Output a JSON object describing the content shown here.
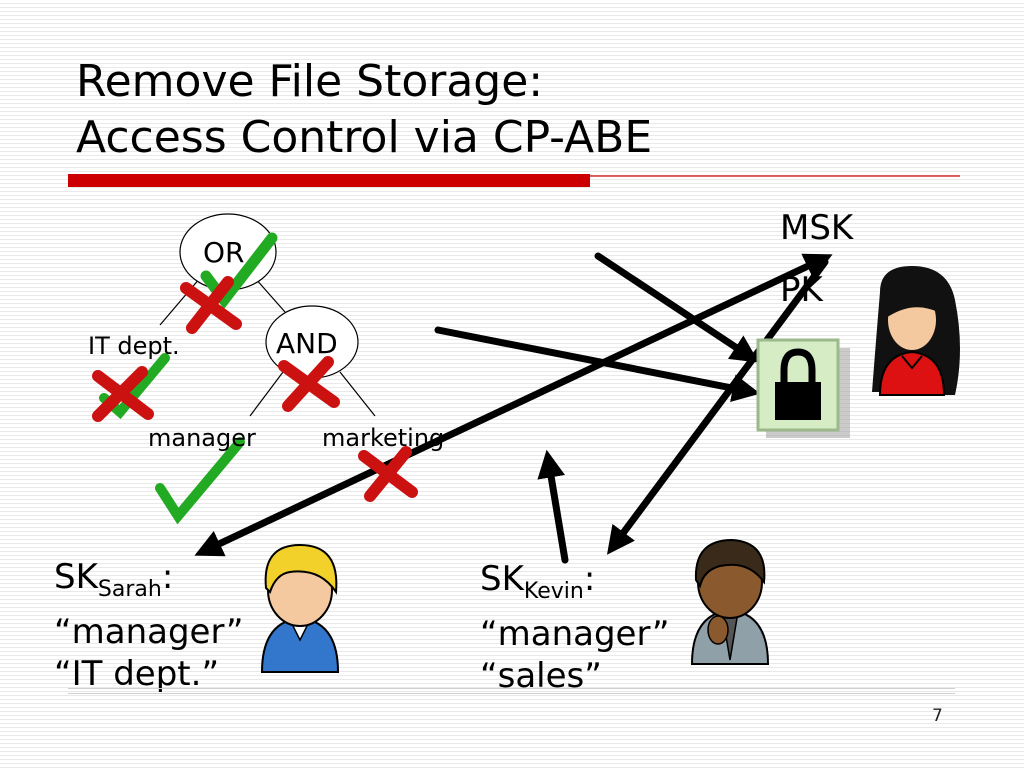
{
  "title": {
    "line1": "Remove File Storage:",
    "line2": "Access Control via CP-ABE"
  },
  "policy_tree": {
    "root": "OR",
    "and_node": "AND",
    "leaves": {
      "it_dept": "IT dept.",
      "manager": "manager",
      "marketing": "marketing"
    }
  },
  "authority": {
    "msk": "MSK",
    "pk": "PK"
  },
  "sarah": {
    "sk": "SK",
    "subscript": "Sarah",
    "colon": ":",
    "attr1": "“manager”",
    "attr2": "“IT dept.”"
  },
  "kevin": {
    "sk": "SK",
    "subscript": "Kevin",
    "colon": ":",
    "attr1": "“manager”",
    "attr2": "“sales”"
  },
  "page_number": "7",
  "colors": {
    "accent_red": "#cc0000",
    "check_green": "#22aa22",
    "cross_red": "#cc1111",
    "lock_green": "#d6ecc4"
  },
  "icons": [
    "lock-icon",
    "user-sarah-icon",
    "user-kevin-icon",
    "user-authority-icon",
    "checkmark-icon",
    "cross-icon"
  ]
}
